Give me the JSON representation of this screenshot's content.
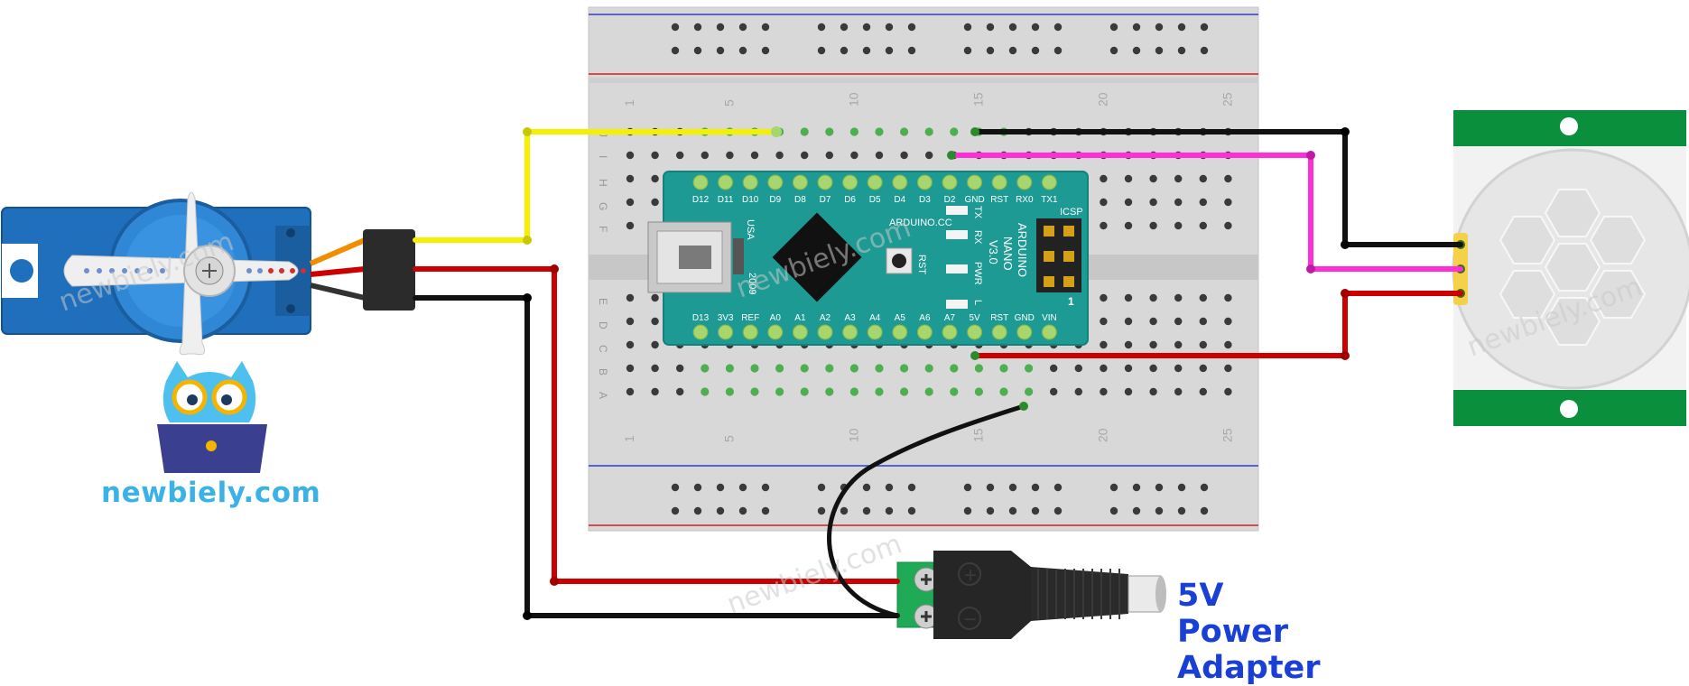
{
  "brand": {
    "site": "newbiely.com",
    "watermark": "newbiely.com"
  },
  "power_adapter": {
    "label": "5V Power Adapter",
    "plus": "+",
    "minus": "−"
  },
  "breadboard": {
    "row_letters_top": [
      "J",
      "I",
      "H",
      "G",
      "F"
    ],
    "row_letters_bottom": [
      "E",
      "D",
      "C",
      "B",
      "A"
    ],
    "column_numbers": [
      "1",
      "5",
      "10",
      "15",
      "20",
      "25"
    ]
  },
  "arduino": {
    "top_pins": [
      "D12",
      "D11",
      "D10",
      "D9",
      "D8",
      "D7",
      "D6",
      "D5",
      "D4",
      "D3",
      "D2",
      "GND",
      "RST",
      "RX0",
      "TX1"
    ],
    "bottom_pins": [
      "D13",
      "3V3",
      "REF",
      "A0",
      "A1",
      "A2",
      "A3",
      "A4",
      "A5",
      "A6",
      "A7",
      "5V",
      "RST",
      "GND",
      "VIN"
    ],
    "usa": "USA",
    "year": "2009",
    "site": "ARDUINO.CC",
    "model_lines": [
      "ARDUINO",
      "NANO",
      "V3.0"
    ],
    "icsp": "ICSP",
    "icsp_one": "1",
    "led_labels": [
      "TX",
      "RX",
      "PWR",
      "L"
    ],
    "rst_label": "RST"
  },
  "colors": {
    "signal_wire": "#f5f000",
    "power_wire": "#cc0000",
    "ground_wire": "#111111",
    "pir_output_wire": "#ff2ed8",
    "arduino_board": "#1e9a94",
    "pir_board": "#0a8f3c",
    "servo_body": "#1f6fbd",
    "brand_text": "#3bb2e6",
    "adapter_text": "#1a3fd6"
  }
}
